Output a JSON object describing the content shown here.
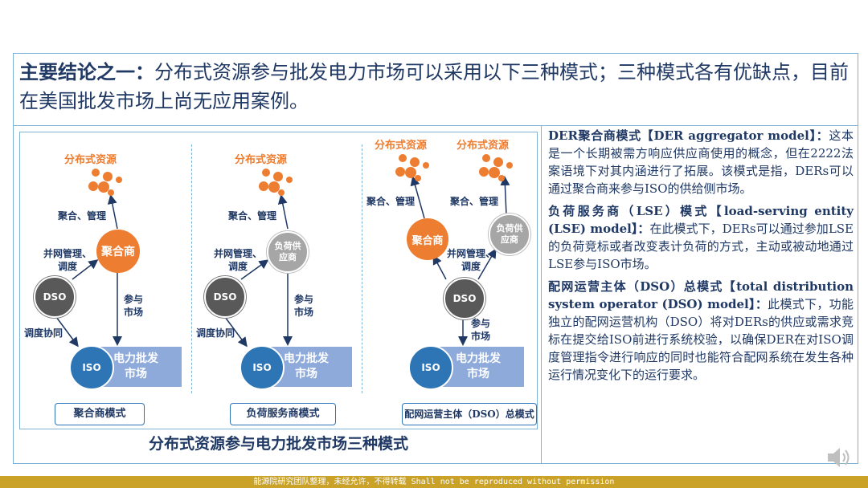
{
  "title": {
    "bold": "主要结论之一：",
    "rest": "分布式资源参与批发电力市场可以采用以下三种模式；三种模式各有优缺点，目前在美国批发市场上尚无应用案例。"
  },
  "diagram": {
    "caption": "分布式资源参与电力批发市场三种模式",
    "labels": {
      "der": "分布式资源",
      "aggregate_manage": "聚合、管理",
      "grid_manage": "并网管理、",
      "dispatch": "调度",
      "participate": "参与",
      "market": "市场",
      "coordination": "调度协同",
      "aggregator": "聚合商",
      "lse_line1": "负荷供",
      "lse_line2": "应商",
      "dso": "DSO",
      "iso": "ISO",
      "mkt_line1": "电力批发",
      "mkt_line2": "市场"
    },
    "modes": [
      "聚合商模式",
      "负荷服务商模式",
      "配网运营主体（DSO）总模式"
    ]
  },
  "text": {
    "p1_head": "DER聚合商模式【DER aggregator model】：",
    "p1_body": "这本是一个长期被需方响应供应商使用的概念，但在2222法案语境下对其内涵进行了拓展。该模式是指，DERs可以通过聚合商来参与ISO的供给侧市场。",
    "p2_head": "负荷服务商（LSE）模式【load-serving entity (LSE) model】：",
    "p2_body": "在此模式下，DERs可以通过参加LSE的负荷竞标或者改变表计负荷的方式，主动或被动地通过LSE参与ISO市场。",
    "p3_head": "配网运营主体（DSO）总模式【total distribution system operator (DSO) model】：",
    "p3_body": "此模式下，功能独立的配网运营机构（DSO）将对DERs的供应或需求竞标在提交给ISO前进行系统校验，以确保DER在对ISO调度管理指令进行响应的同时也能符合配网系统在发生各种运行情况变化下的运行要求。"
  },
  "footer": "能源院研究团队整理，未经允许，不得转载 Shall not be reproduced without permission",
  "colors": {
    "accent_orange": "#ed7d31",
    "iso_blue": "#2e75b6",
    "market_blue": "#8eaadb",
    "dso_gray": "#595959",
    "title_navy": "#1f3864",
    "footer_gold": "#c9a227"
  }
}
